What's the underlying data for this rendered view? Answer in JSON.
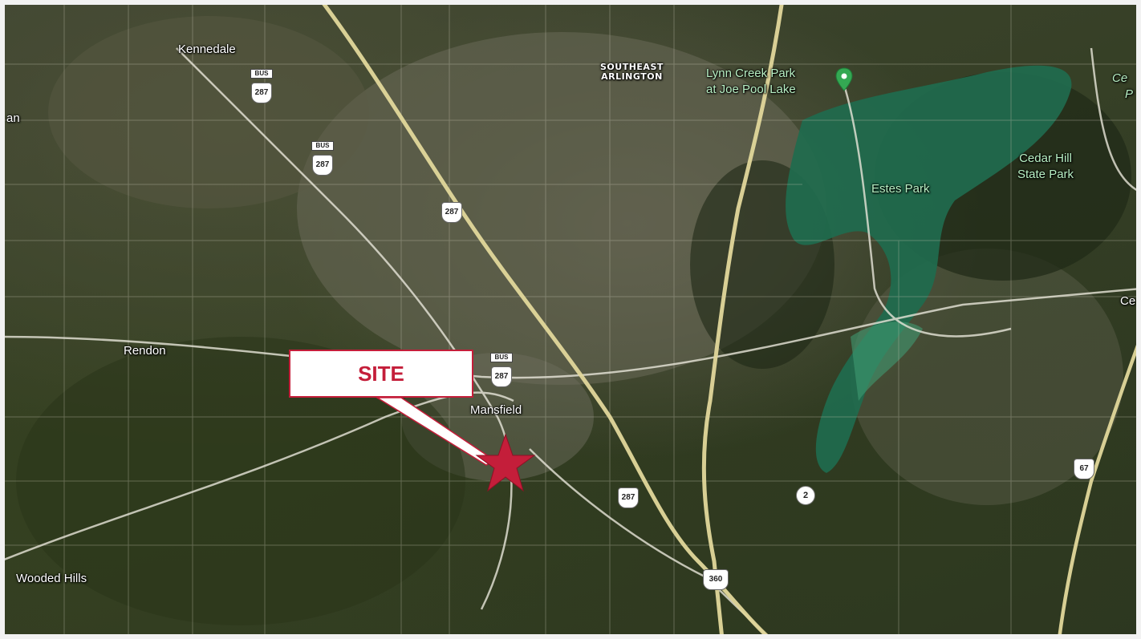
{
  "map": {
    "callout_label": "SITE",
    "places": {
      "kennedale": "Kennedale",
      "an_partial": "an",
      "southeast_arlington_line1": "SOUTHEAST",
      "southeast_arlington_line2": "ARLINGTON",
      "lynn_creek_line1": "Lynn Creek Park",
      "lynn_creek_line2": "at Joe Pool Lake",
      "ce_partial_top": "Ce",
      "p_partial": "P",
      "estes_park": "Estes Park",
      "cedar_hill_line1": "Cedar Hill",
      "cedar_hill_line2": "State Park",
      "ce_partial_right": "Ce",
      "rendon": "Rendon",
      "mansfield": "Mansfield",
      "wooded_hills": "Wooded Hills"
    },
    "shields": {
      "bus_tag": "BUS",
      "us287": "287",
      "us67": "67",
      "tx360": "360",
      "fm2": "2"
    },
    "colors": {
      "site_red": "#c41e3a",
      "lake": "#1f6b4e",
      "park_pin": "#34a853"
    },
    "icons": {
      "site_marker": "star-icon",
      "park_pin": "map-pin-icon"
    }
  }
}
